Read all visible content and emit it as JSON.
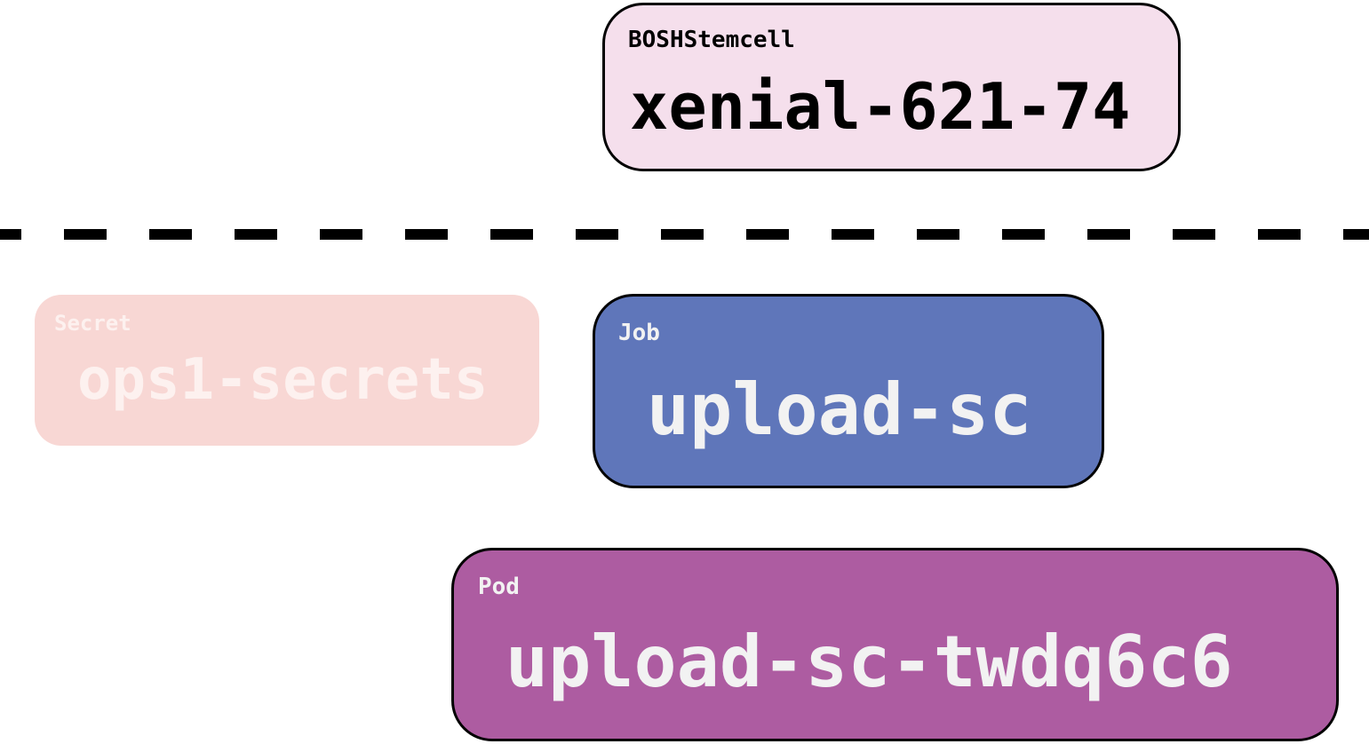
{
  "colors": {
    "stemcell_fill": "#f5dfec",
    "secret_fill": "#f8d7d4",
    "job_fill": "#5f76ba",
    "pod_fill": "#ad5ca1",
    "border": "#000000"
  },
  "nodes": {
    "stemcell": {
      "kind": "BOSHStemcell",
      "name": "xenial-621-74"
    },
    "secret": {
      "kind": "Secret",
      "name": "ops1-secrets"
    },
    "job": {
      "kind": "Job",
      "name": "upload-sc"
    },
    "pod": {
      "kind": "Pod",
      "name": "upload-sc-twdq6c6"
    }
  }
}
